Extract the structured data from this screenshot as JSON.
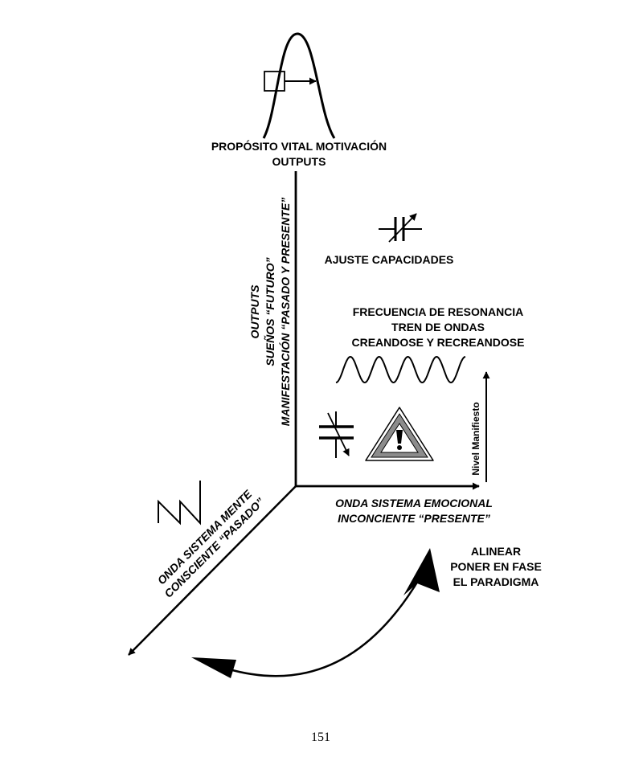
{
  "top_block": {
    "line1": "PROPÓSITO VITAL MOTIVACIÓN",
    "line2": "OUTPUTS"
  },
  "vertical_axis": {
    "line1": "OUTPUTS",
    "line2": "SUEÑOS “FUTURO”",
    "line3": "MANIFESTACIÓN “PASADO Y PRESENTE”"
  },
  "capacitor_top": {
    "label": "AJUSTE CAPACIDADES",
    "icon": "variable-capacitor-icon"
  },
  "resonance": {
    "line1": "FRECUENCIA DE RESONANCIA",
    "line2": "TREN DE ONDAS",
    "line3": "CREANDOSE Y RECREANDOSE"
  },
  "nivel": {
    "label": "Nivel Manifiesto"
  },
  "horizontal_axis": {
    "line1": "ONDA SISTEMA EMOCIONAL",
    "line2": "INCONCIENTE “PRESENTE”"
  },
  "diagonal_axis": {
    "line1": "ONDA SISTEMA MENTE",
    "line2": "CONSCIENTE “PASADO”"
  },
  "alinear": {
    "line1": "ALINEAR",
    "line2": "PONER EN FASE",
    "line3": "EL PARADIGMA"
  },
  "warning": {
    "icon": "warning-triangle-icon"
  },
  "page_number": "151"
}
